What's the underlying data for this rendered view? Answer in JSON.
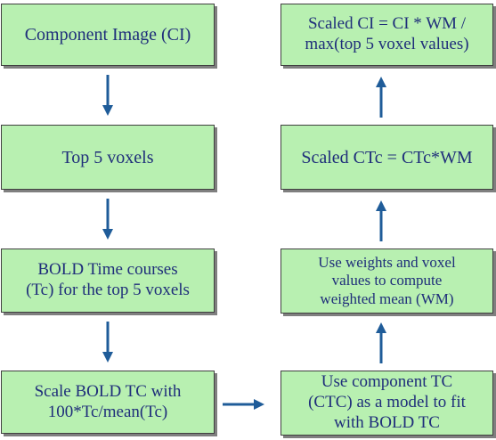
{
  "diagram": {
    "colors": {
      "box_fill": "#b8f0b1",
      "box_border": "#404040",
      "box_shadow": "#7f7f7f",
      "text": "#1f2e7a",
      "arrow": "#1f5c99"
    },
    "boxes": {
      "component_image": "Component Image (CI)",
      "top_voxels": "Top 5 voxels",
      "bold_time_courses": "BOLD Time courses\n(Tc) for the top 5 voxels",
      "scale_bold_tc": "Scale BOLD TC with\n100*Tc/mean(Tc)",
      "use_component_tc": "Use component TC\n(CTC) as a model to fit\nwith BOLD TC",
      "weighted_mean": "Use weights and voxel\nvalues to compute\nweighted mean (WM)",
      "scaled_ctc": "Scaled CTc = CTc*WM",
      "scaled_ci": "Scaled CI = CI * WM /\nmax(top 5 voxel values)"
    }
  }
}
